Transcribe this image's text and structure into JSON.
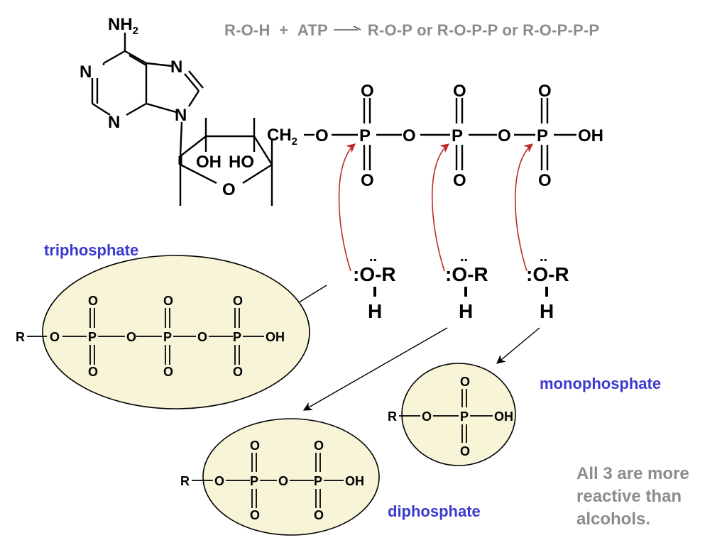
{
  "reaction": {
    "reactant": "R-O-H",
    "plus": "+",
    "atp": "ATP",
    "products": "R-O-P  or R-O-P-P  or R-O-P-P-P"
  },
  "atp_structure": {
    "amino_group": "NH",
    "amino_subscript": "2",
    "ring_nitrogen": "N",
    "hydroxyl_left": "OH",
    "hydroxyl_right": "HO",
    "ring_oxygen": "O",
    "methylene": "CH",
    "methylene_subscript": "2",
    "oxygen": "O",
    "phosphorus": "P",
    "terminal_oh": "OH"
  },
  "nucleophile": {
    "lone_pair": "..",
    "colon": ":",
    "oxygen": "O",
    "r_group": "-R",
    "hydrogen": "H"
  },
  "products": {
    "triphosphate_label": "triphosphate",
    "diphosphate_label": "diphosphate",
    "monophosphate_label": "monophosphate",
    "r_group": "R",
    "oxygen": "O",
    "phosphorus": "P",
    "terminal_oh": "OH"
  },
  "note": "All 3 are more reactive than alcohols.",
  "colors": {
    "header_text": "#8c8c8c",
    "label_blue": "#3a3ad0",
    "curved_arrow": "#c0282a",
    "ellipse_fill": "#f8f4d8"
  }
}
